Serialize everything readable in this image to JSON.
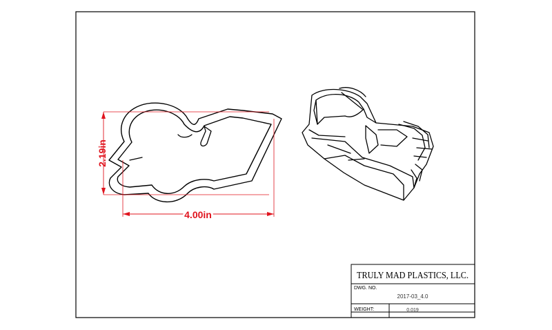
{
  "drawing": {
    "dimensions": {
      "height_label": "2.19in",
      "width_label": "4.00in"
    },
    "colors": {
      "dimension": "#e0141e",
      "line": "#000000",
      "border": "#000000"
    }
  },
  "title_block": {
    "company": "TRULY MAD PLASTICS, LLC.",
    "dwg_no_label": "DWG. NO.",
    "dwg_no_value": "2017-03_4.0",
    "weight_label": "WEIGHT:",
    "weight_value": "0.019"
  }
}
